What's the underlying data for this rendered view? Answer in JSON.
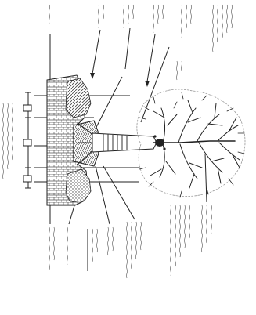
{
  "diagram": {
    "ink_color": "#222222",
    "pattern_color": "#555555",
    "trunk_band_color": "#333333"
  },
  "parts": [
    "tree-crown",
    "canopy-fruit",
    "trunk",
    "root-ball",
    "soil-layer-top",
    "soil-layer-bottom",
    "dimension-markers"
  ],
  "callouts_count": 12
}
